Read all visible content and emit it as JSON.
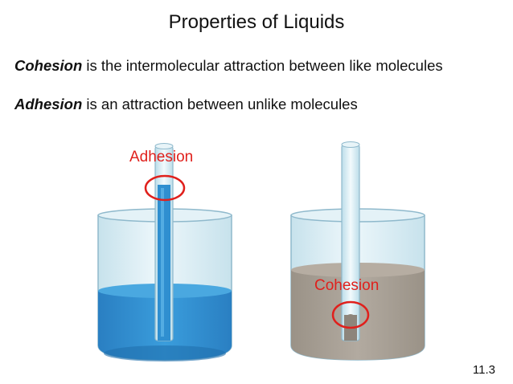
{
  "slide": {
    "title": "Properties of Liquids",
    "line1_term": "Cohesion",
    "line1_rest": " is the intermolecular attraction between like molecules",
    "line2_term": "Adhesion",
    "line2_rest": " is an attraction between unlike molecules",
    "slide_number": "11.3"
  },
  "diagram": {
    "adhesion_label": "Adhesion",
    "cohesion_label": "Cohesion",
    "colors": {
      "callout": "#e0201c",
      "water": "#2f8fd0",
      "water_dark": "#1f75b8",
      "mercury": "#a8a096",
      "glass": "#cfe6ef",
      "glass_edge": "#8fb9cc"
    }
  }
}
